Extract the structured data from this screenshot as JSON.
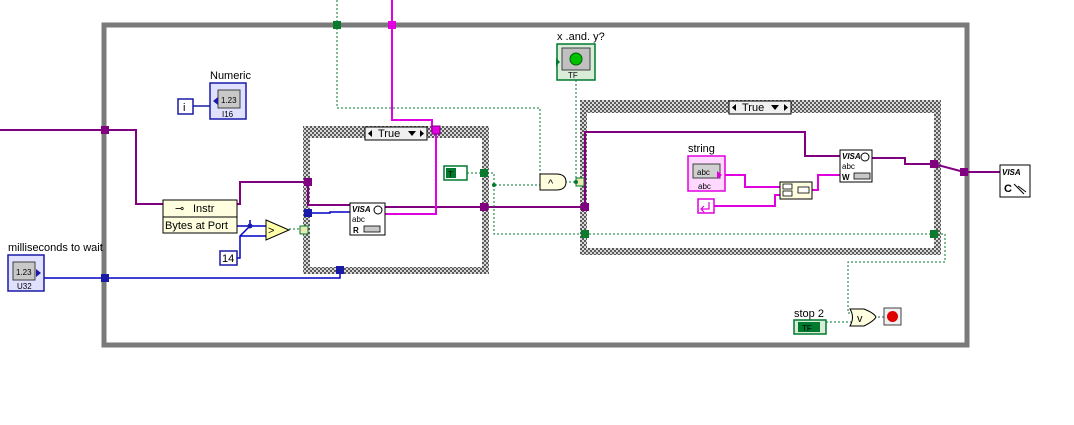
{
  "labels": {
    "numeric": "Numeric",
    "milliseconds": "milliseconds to wait",
    "xandy": "x .and. y?",
    "string": "string",
    "stop": "stop 2"
  },
  "case_selectors": {
    "inner_left": "True",
    "inner_right": "True"
  },
  "nodes": {
    "numeric_type": "1.23",
    "numeric_repr": "I16",
    "numeric_const_icon": "i",
    "ms_type": "1.23",
    "ms_repr": "U32",
    "const_14": "14",
    "property_node_class": "Instr",
    "property_node_prop": "Bytes at Port",
    "greater_op": ">",
    "and_op": "^",
    "or_op": "v",
    "tf": "TF",
    "bool_true": "T",
    "visa_read_title": "VISA",
    "visa_read_abc": "abc",
    "visa_read_mode": "R",
    "visa_write_title": "VISA",
    "visa_write_abc": "abc",
    "visa_write_mode": "W",
    "visa_close_title": "VISA",
    "visa_close_mode": "C",
    "string_const": "abc",
    "string_ind": "abc"
  },
  "colors": {
    "visa_wire": "#800080",
    "numeric_wire": "#0000c8",
    "bool_wire": "#007a2e",
    "string_wire": "#e000e0",
    "loop_border": "#7a7a7a",
    "stop_button": "#e00000"
  },
  "icons": [
    "loop-iteration-icon",
    "stop-condition-icon",
    "visa-read-icon",
    "visa-write-icon",
    "visa-close-icon",
    "concatenate-icon",
    "led-icon"
  ]
}
